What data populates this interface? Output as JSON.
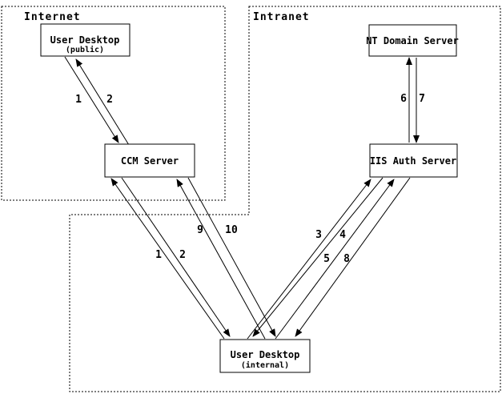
{
  "diagram": {
    "regions": [
      {
        "label": "Internet"
      },
      {
        "label": "Intranet"
      }
    ],
    "nodes": [
      {
        "title": "User Desktop",
        "subtitle": "(public)",
        "region": "Internet"
      },
      {
        "title": "NT Domain Server",
        "region": "Intranet"
      },
      {
        "title": "CCM Server",
        "region": "Internet"
      },
      {
        "title": "IIS Auth Server",
        "region": "Intranet"
      },
      {
        "title": "User Desktop",
        "subtitle": "(internal)",
        "region": "Intranet"
      }
    ],
    "edges": [
      {
        "label": "1",
        "from": "User Desktop (public)",
        "to": "CCM Server"
      },
      {
        "label": "2",
        "from": "CCM Server",
        "to": "User Desktop (public)"
      },
      {
        "label": "1",
        "from": "User Desktop (internal)",
        "to": "CCM Server"
      },
      {
        "label": "2",
        "from": "CCM Server",
        "to": "User Desktop (internal)"
      },
      {
        "label": "9",
        "from": "User Desktop (internal)",
        "to": "CCM Server"
      },
      {
        "label": "10",
        "from": "CCM Server",
        "to": "User Desktop (internal)"
      },
      {
        "label": "3",
        "from": "User Desktop (internal)",
        "to": "IIS Auth Server"
      },
      {
        "label": "4",
        "from": "IIS Auth Server",
        "to": "User Desktop (internal)"
      },
      {
        "label": "5",
        "from": "User Desktop (internal)",
        "to": "IIS Auth Server"
      },
      {
        "label": "8",
        "from": "IIS Auth Server",
        "to": "User Desktop (internal)"
      },
      {
        "label": "6",
        "from": "IIS Auth Server",
        "to": "NT Domain Server"
      },
      {
        "label": "7",
        "from": "NT Domain Server",
        "to": "IIS Auth Server"
      }
    ],
    "colors": {
      "line": "#000000",
      "background": "#ffffff"
    }
  }
}
